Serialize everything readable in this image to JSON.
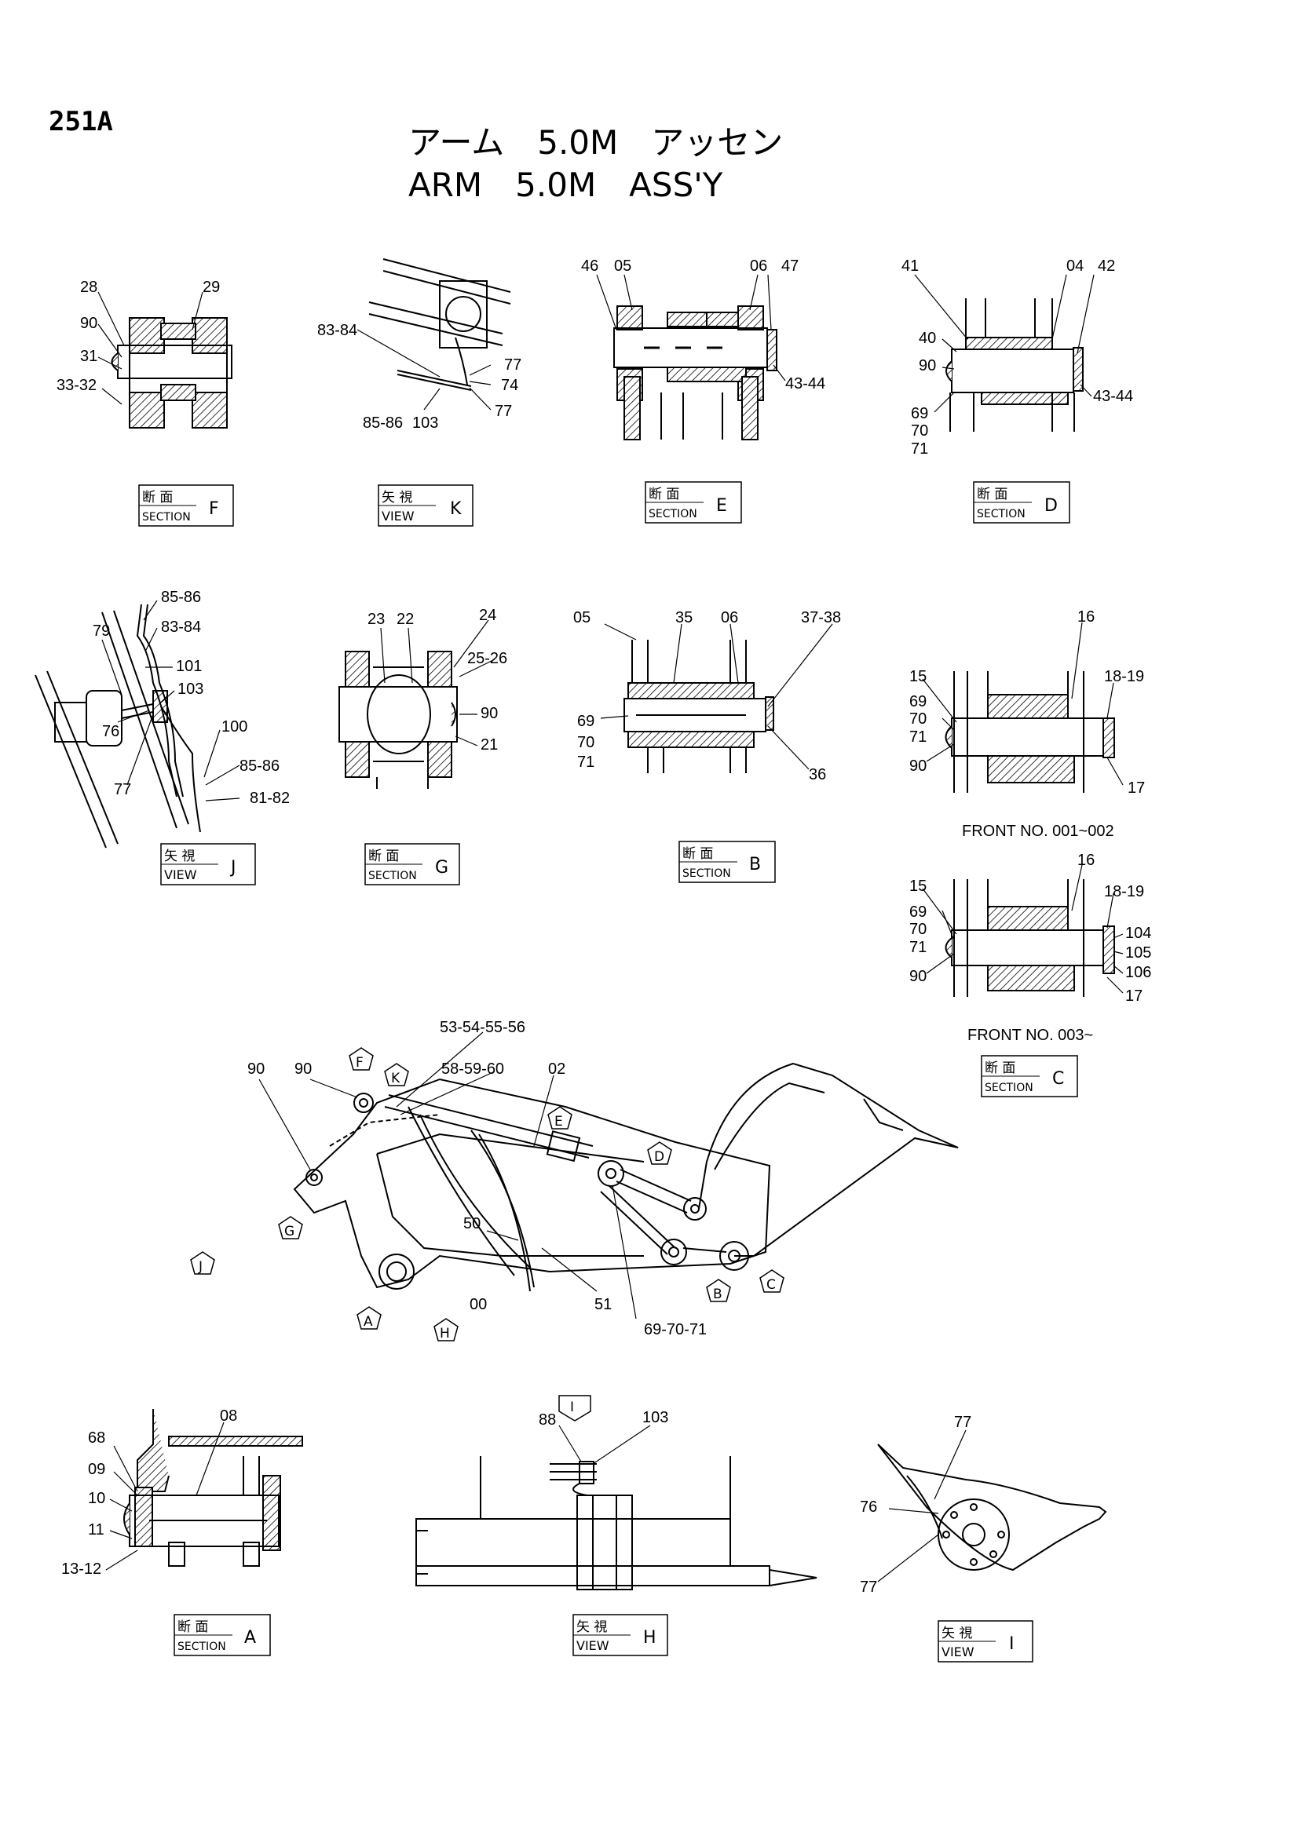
{
  "page_code": "251A",
  "title_jp": "アーム　5.0M　アッセン",
  "title_en": "ARM　5.0M　ASS'Y",
  "labels": {
    "section_jp": "断 面",
    "section_en": "SECTION",
    "view_jp": "矢 視",
    "view_en": "VIEW"
  },
  "captions": [
    {
      "type": "section",
      "letter": "F"
    },
    {
      "type": "view",
      "letter": "K"
    },
    {
      "type": "section",
      "letter": "E"
    },
    {
      "type": "section",
      "letter": "D"
    },
    {
      "type": "view",
      "letter": "J"
    },
    {
      "type": "section",
      "letter": "G"
    },
    {
      "type": "section",
      "letter": "B"
    },
    {
      "type": "section",
      "letter": "C"
    },
    {
      "type": "section",
      "letter": "A"
    },
    {
      "type": "view",
      "letter": "H"
    },
    {
      "type": "view",
      "letter": "I"
    }
  ],
  "notes": {
    "front_1": "FRONT NO. 001~002",
    "front_2": "FRONT NO. 003~"
  },
  "parts": {
    "F": [
      "28",
      "29",
      "90",
      "31",
      "33-32"
    ],
    "K": [
      "83-84",
      "77",
      "74",
      "77",
      "85-86",
      "103"
    ],
    "E": [
      "46",
      "05",
      "06",
      "47",
      "43-44"
    ],
    "D": [
      "41",
      "04",
      "42",
      "40",
      "90",
      "43-44",
      "69",
      "70",
      "71"
    ],
    "J": [
      "85-86",
      "83-84",
      "79",
      "101",
      "103",
      "76",
      "77",
      "100",
      "85-86",
      "81-82"
    ],
    "G": [
      "23",
      "22",
      "24",
      "25-26",
      "90",
      "21"
    ],
    "B": [
      "05",
      "35",
      "06",
      "37-38",
      "69",
      "70",
      "71",
      "36"
    ],
    "C1": [
      "16",
      "15",
      "18-19",
      "69",
      "70",
      "71",
      "90",
      "17"
    ],
    "C2": [
      "16",
      "15",
      "18-19",
      "69",
      "70",
      "71",
      "104",
      "105",
      "106",
      "90",
      "17"
    ],
    "main": [
      "53-54-55-56",
      "90",
      "90",
      "58-59-60",
      "02",
      "50",
      "00",
      "51",
      "69-70-71"
    ],
    "A": [
      "08",
      "68",
      "09",
      "10",
      "11",
      "13-12"
    ],
    "H": [
      "88",
      "103"
    ],
    "I": [
      "77",
      "76",
      "77"
    ]
  },
  "view_markers": [
    "F",
    "K",
    "E",
    "D",
    "G",
    "J",
    "A",
    "H",
    "B",
    "C",
    "I"
  ]
}
